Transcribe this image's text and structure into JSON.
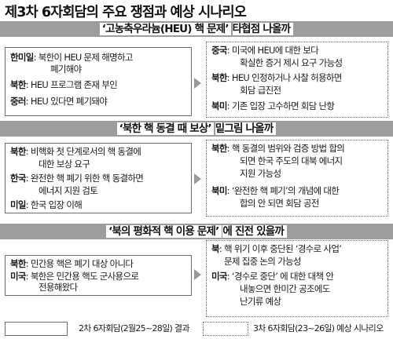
{
  "title": "제3차 6자회담의 주요 쟁점과 예상 시나리오",
  "sections": [
    {
      "highlight": "‘고농축우라늄(HEU) 핵 문제’",
      "rest": "타협점 나올까",
      "left": [
        {
          "who": "한미일",
          "lines": [
            ": 북한이 HEU 문제 해명하고",
            "폐기해야"
          ]
        },
        {
          "who": "북한",
          "lines": [
            ": HEU 프로그램 존재 부인"
          ]
        },
        {
          "who": "중러",
          "lines": [
            ": HEU 있다면 폐기돼야"
          ]
        }
      ],
      "right": [
        {
          "who": "중국",
          "lines": [
            ": 미국에 HEU에 대한 보다",
            "확실한 증거 제시 요구 가능성"
          ]
        },
        {
          "who": "북한",
          "lines": [
            ": HEU 인정하거나 사찰 허용하면",
            "회담 급진전"
          ]
        },
        {
          "who": "북미",
          "lines": [
            ": 기존 입장 고수하면 회담 난항"
          ]
        }
      ]
    },
    {
      "highlight": "‘북한 핵 동결 때 보상’",
      "rest": "밑그림 나올까",
      "left": [
        {
          "who": "북한",
          "lines": [
            ": 비핵화 첫 단계로서의 핵 동결에",
            "대한 보상 요구"
          ]
        },
        {
          "who": "한국",
          "lines": [
            ": 완전한 핵 폐기 위한 핵 동결하면",
            "에너지 지원 검토"
          ]
        },
        {
          "who": "미일",
          "lines": [
            ": 한국 입장 이해"
          ]
        }
      ],
      "right": [
        {
          "who": "북한",
          "lines": [
            ": 핵 동결의 범위와 검증 방법 합의",
            "되면 한국 주도의 대북 에너지",
            "지원 가능성"
          ]
        },
        {
          "who": "북미",
          "lines": [
            ": ‘완전한 핵 폐기’의 개념에 대한",
            "합의 안 되면 회담 공전"
          ]
        }
      ]
    },
    {
      "highlight": "‘북의 평화적 핵 이용 문제’",
      "rest": "에 진전 있을까",
      "left": [
        {
          "who": "북한",
          "lines": [
            ": 민간용 핵은 폐기 대상 아니다"
          ]
        },
        {
          "who": "미국",
          "lines": [
            ": 북한은 민간용 핵도 군사용으로",
            "전용해왔다"
          ]
        }
      ],
      "right": [
        {
          "who": "북",
          "lines": [
            ": 핵 위기 이후 중단된 ‘경수로 사업’",
            "문제 집중 논의 가능성"
          ]
        },
        {
          "who": "미국",
          "lines": [
            ": ‘경수로 중단’ 에 대한 대책 안",
            "내놓으면 한미간 공조에도",
            "난기류 예상"
          ]
        }
      ]
    }
  ],
  "legend": {
    "solid": "2차 6자회담(2월25~28일) 결과",
    "dotted": "3차 6자회담(23~26일) 예상 시나리오"
  }
}
